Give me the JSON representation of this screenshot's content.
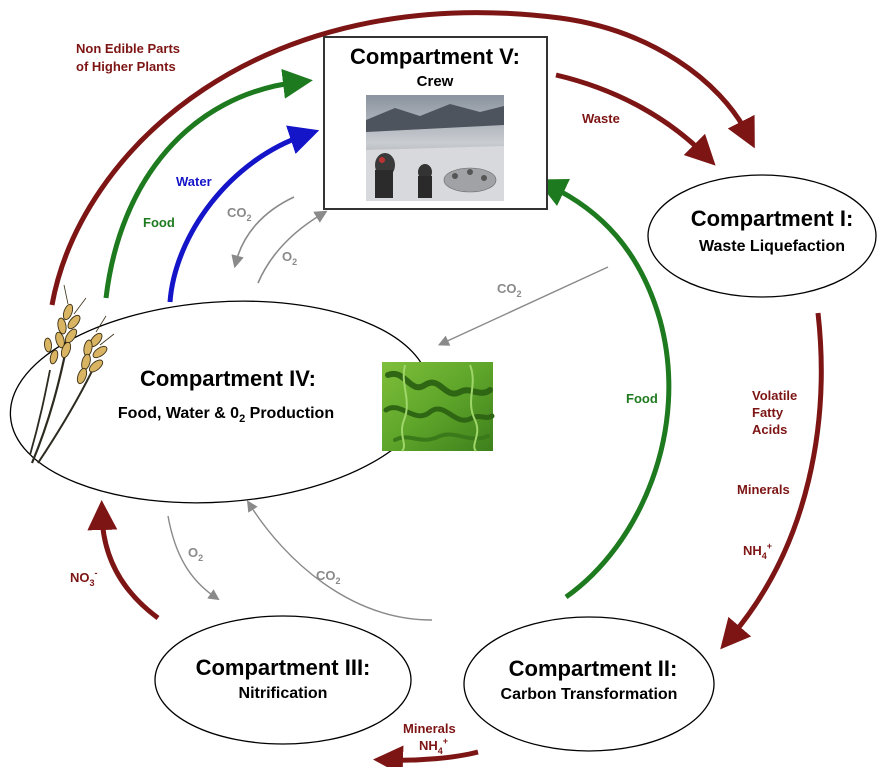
{
  "compartments": {
    "c5": {
      "title": "Compartment V:",
      "subtitle": "Crew"
    },
    "c1": {
      "title": "Compartment I:",
      "subtitle": "Waste Liquefaction"
    },
    "c4": {
      "title": "Compartment IV:",
      "subtitle": "Food, Water & 0",
      "subtitle_sub": "2",
      "subtitle_end": " Production"
    },
    "c3": {
      "title": "Compartment III:",
      "subtitle": "Nitrification"
    },
    "c2": {
      "title": "Compartment II:",
      "subtitle": "Carbon Transformation"
    }
  },
  "labels": {
    "non_edible_1": "Non Edible Parts",
    "non_edible_2": "of Higher Plants",
    "waste": "Waste",
    "water": "Water",
    "food_left": "Food",
    "co2": "CO",
    "o2": "O",
    "sub2": "2",
    "food_right": "Food",
    "vfa_1": "Volatile",
    "vfa_2": "Fatty",
    "vfa_3": "Acids",
    "minerals": "Minerals",
    "nh": "NH",
    "nh_sub": "4",
    "plus": "+",
    "no3": "NO",
    "no3_sub": "3",
    "minus": "-",
    "minerals_bottom": "Minerals",
    "nh_bottom": "NH"
  },
  "colors": {
    "red": "#7d1515",
    "green": "#1e7a1e",
    "blue": "#1414c8",
    "gray": "#8a8a8a"
  }
}
